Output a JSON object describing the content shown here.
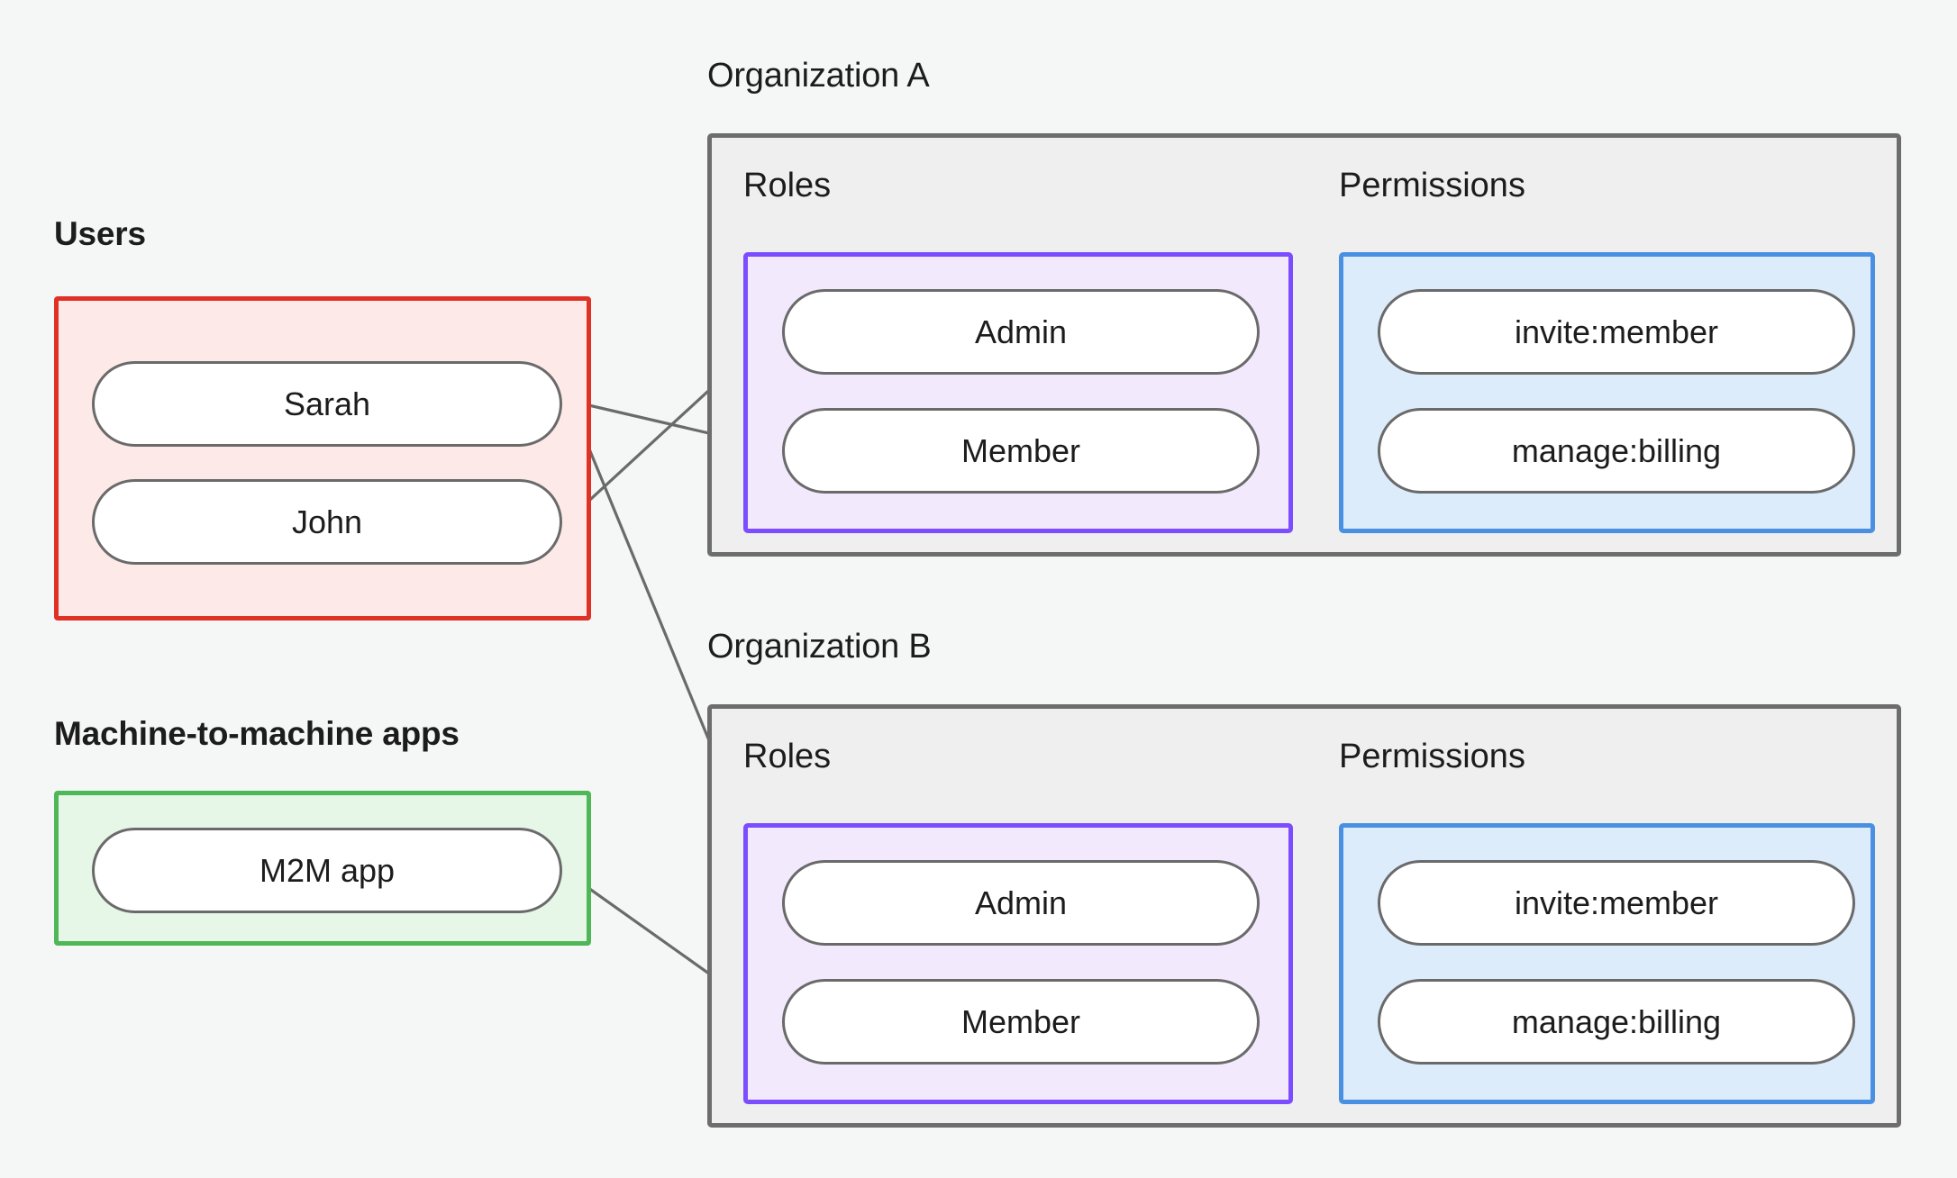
{
  "diagram": {
    "title": "RBAC organization roles and permissions diagram",
    "background_color": "#f5f7f6"
  },
  "colors": {
    "users_border": "#e03127",
    "users_fill": "#fdeae8",
    "m2m_border": "#4fb757",
    "m2m_fill": "#e6f6e7",
    "org_border": "#6d6d6d",
    "org_fill": "#eeefee",
    "roles_border": "#7c4dff",
    "roles_fill": "#f3e9fd",
    "perms_border": "#4a90e2",
    "perms_fill": "#ddecfb",
    "node_border": "#6a6a6a",
    "node_fill": "#ffffff",
    "edge": "#6a6a6a",
    "text": "#1c1c1c"
  },
  "left_column": {
    "users": {
      "caption": "Users",
      "nodes": [
        {
          "id": "sarah",
          "label": "Sarah"
        },
        {
          "id": "john",
          "label": "John"
        }
      ]
    },
    "machines": {
      "caption": "Machine-to-machine apps",
      "nodes": [
        {
          "id": "m2m",
          "label": "M2M app"
        }
      ]
    }
  },
  "organizations": [
    {
      "id": "org-a",
      "caption": "Organization A",
      "roles": {
        "caption": "Roles",
        "nodes": [
          {
            "id": "a-admin",
            "label": "Admin"
          },
          {
            "id": "a-member",
            "label": "Member"
          }
        ]
      },
      "permissions": {
        "caption": "Permissions",
        "nodes": [
          {
            "id": "a-invite",
            "label": "invite:member"
          },
          {
            "id": "a-billing",
            "label": "manage:billing"
          }
        ]
      }
    },
    {
      "id": "org-b",
      "caption": "Organization B",
      "roles": {
        "caption": "Roles",
        "nodes": [
          {
            "id": "b-admin",
            "label": "Admin"
          },
          {
            "id": "b-member",
            "label": "Member"
          }
        ]
      },
      "permissions": {
        "caption": "Permissions",
        "nodes": [
          {
            "id": "b-invite",
            "label": "invite:member"
          },
          {
            "id": "b-billing",
            "label": "manage:billing"
          }
        ]
      }
    }
  ],
  "connections": [
    {
      "from": "john",
      "to": "a-admin"
    },
    {
      "from": "sarah",
      "to": "a-member"
    },
    {
      "from": "sarah",
      "to": "b-admin"
    },
    {
      "from": "m2m",
      "to": "b-member"
    },
    {
      "from": "a-admin",
      "to": "a-invite"
    },
    {
      "from": "a-admin",
      "to": "a-billing"
    },
    {
      "from": "a-member",
      "to": "a-billing"
    },
    {
      "from": "b-admin",
      "to": "b-invite"
    },
    {
      "from": "b-admin",
      "to": "b-billing"
    },
    {
      "from": "b-member",
      "to": "b-billing"
    }
  ]
}
